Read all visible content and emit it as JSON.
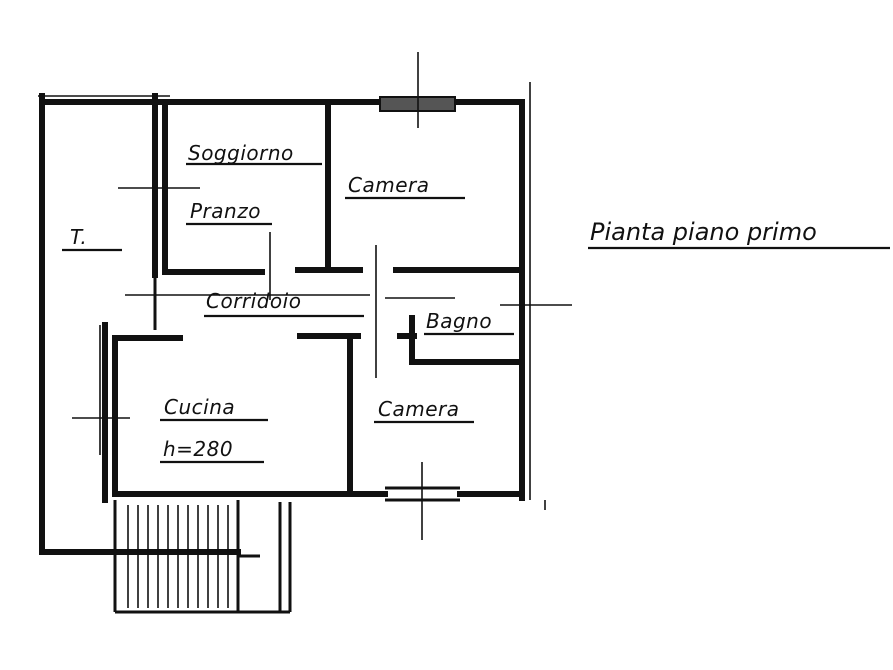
{
  "title": "Pianta piano primo",
  "rooms": {
    "terrace": "T.",
    "soggiorno": "Soggiorno",
    "pranzo": "Pranzo",
    "camera_top": "Camera",
    "corridoio": "Corridoio",
    "bagno": "Bagno",
    "cucina": "Cucina",
    "height": "h=280",
    "camera_bottom": "Camera"
  }
}
